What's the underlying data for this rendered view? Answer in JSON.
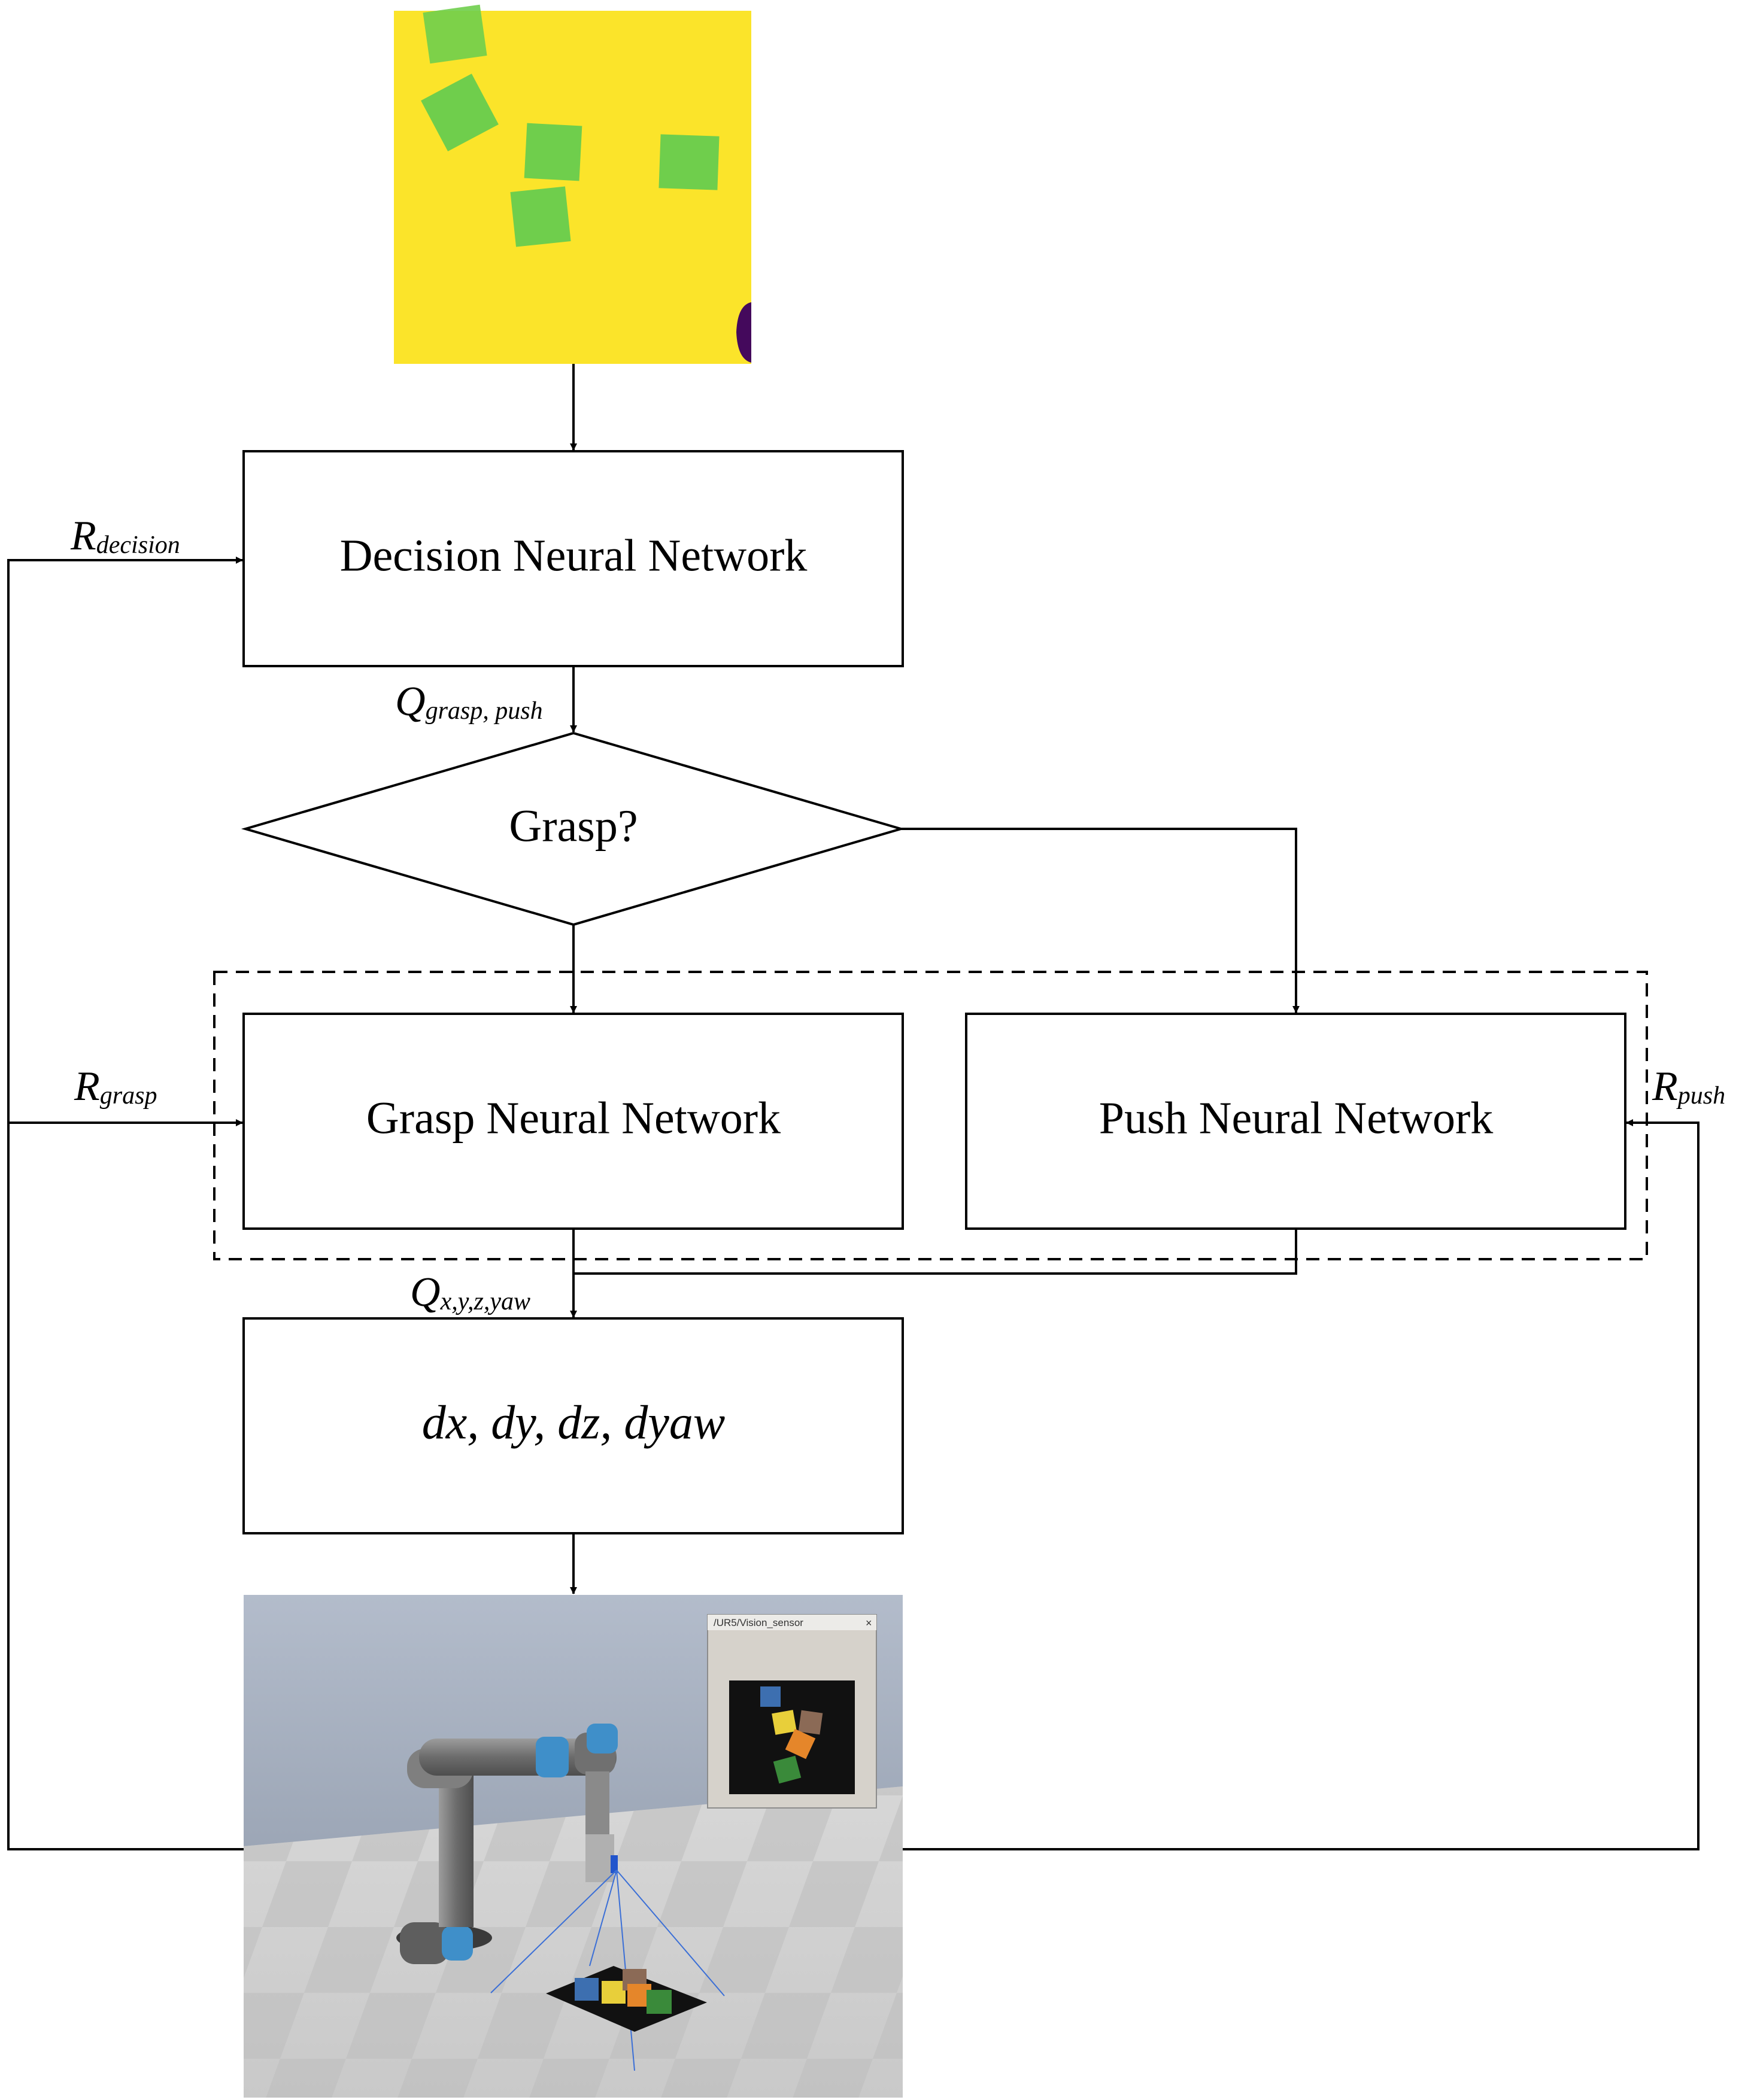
{
  "nodes": {
    "decision": "Decision Neural Network",
    "grasp_question": "Grasp?",
    "grasp_net": "Grasp Neural Network",
    "push_net": "Push Neural Network",
    "action": "dx, dy, dz, dyaw"
  },
  "edge_labels": {
    "r_decision": {
      "main": "R",
      "sub": "decision"
    },
    "q_grasp_push": {
      "main": "Q",
      "sub": "grasp, push"
    },
    "r_grasp": {
      "main": "R",
      "sub": "grasp"
    },
    "r_push": {
      "main": "R",
      "sub": "push"
    },
    "q_xyz_yaw": {
      "main": "Q",
      "sub": "x,y,z,yaw"
    }
  },
  "simulation": {
    "vision_sensor_title": "/UR5/Vision_sensor",
    "vision_sensor_close": "×"
  },
  "colors": {
    "heightmap_background": "#fbe42a",
    "heightmap_blocks": "#6fce4c",
    "heightmap_edge_object": "#44095c",
    "block_blue": "#3d6fb0",
    "block_yellow": "#e8cf3a",
    "block_brown": "#8b6a56",
    "block_orange": "#e5862a",
    "block_green": "#3a8a3a",
    "sensor_rays": "#3b6fd6"
  }
}
